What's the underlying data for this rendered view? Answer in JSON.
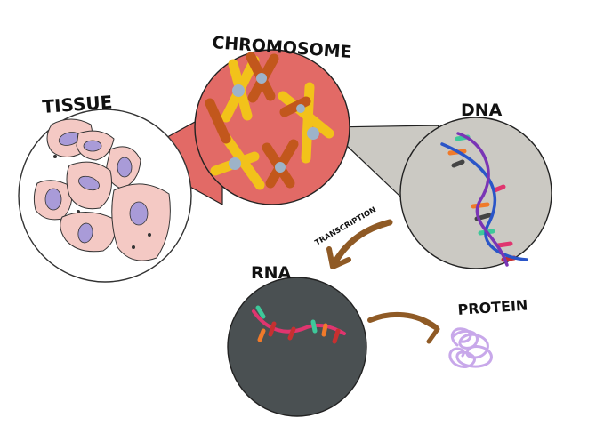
{
  "labels": {
    "tissue": "TISSUE",
    "chromosome": "CHROMOSOME",
    "dna": "DNA",
    "transcription": "TRANSCRIPTION",
    "rna": "RNA",
    "protein": "PROTEIN"
  },
  "colors": {
    "tissue_bg": "#ffffff",
    "cell_fill": "#f4c9c4",
    "nucleus_fill": "#a99bd8",
    "chromosome_bg": "#e26a66",
    "chromosome_yellow": "#f2c21a",
    "chromosome_brown": "#c2571c",
    "centromere": "#9db3c9",
    "dna_bg": "#cbc9c3",
    "dna_strand_blue": "#2a55c8",
    "dna_strand_purple": "#7a35b5",
    "rna_bg": "#4a5052",
    "rna_strand": "#e0356f",
    "arrow_brown": "#8f5a25",
    "protein": "#c8a8ea"
  },
  "icons": {
    "tissue": "tissue-cells-icon",
    "chromosome": "chromosome-icon",
    "dna": "dna-helix-icon",
    "rna": "rna-strand-icon",
    "protein": "protein-coil-icon"
  }
}
